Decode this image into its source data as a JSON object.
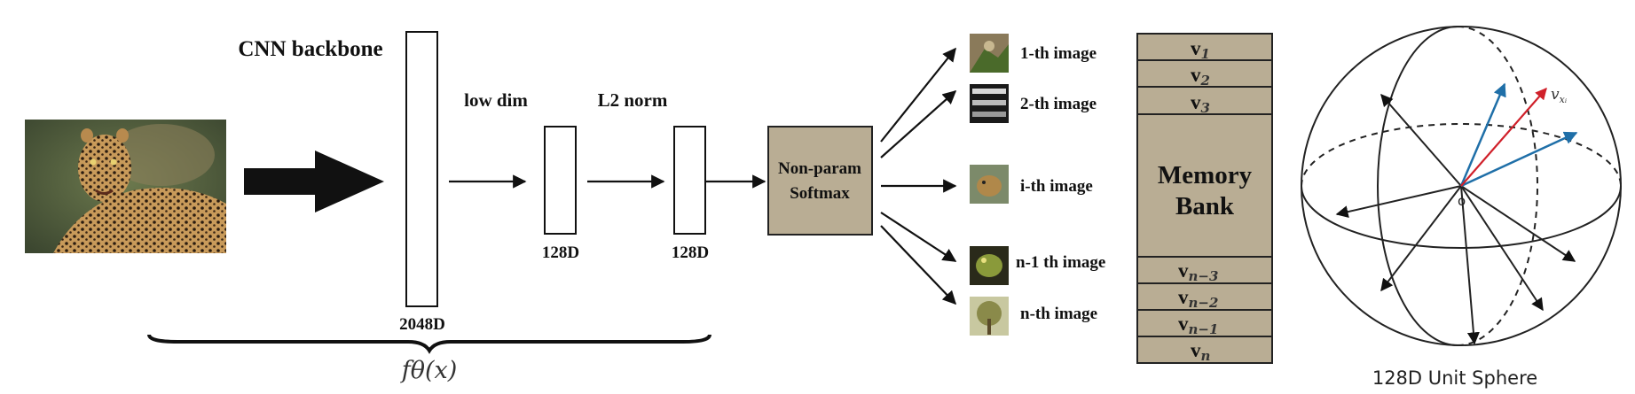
{
  "colors": {
    "tan_fill": "#b9ad94",
    "blue_vector": "#1f6fa8",
    "red_vector": "#d0202a"
  },
  "icons": {
    "input_photo": "leopard-photo",
    "thumbnails": [
      "rock-photo-thumbnail",
      "pattern-photo-thumbnail",
      "animal-photo-thumbnail",
      "frog-photo-thumbnail",
      "tree-photo-thumbnail"
    ]
  },
  "labels": {
    "cnn_backbone": "CNN backbone",
    "dim_2048": "2048D",
    "low_dim": "low dim",
    "l2_norm": "L2 norm",
    "dim_128_a": "128D",
    "dim_128_b": "128D",
    "softmax_line1": "Non-param",
    "softmax_line2": "Softmax",
    "f_theta": "fθ(x)",
    "memory_bank_line1": "Memory",
    "memory_bank_line2": "Bank",
    "sphere_caption": "128D Unit Sphere",
    "origin": "o",
    "vx_v": "v",
    "vx_sub": "xᵢ"
  },
  "images": [
    {
      "label": "1-th image"
    },
    {
      "label": "2-th image"
    },
    {
      "label": "i-th image"
    },
    {
      "label": "n-1 th image"
    },
    {
      "label": "n-th image"
    }
  ],
  "memory_cells": [
    {
      "base": "v",
      "sub": "1"
    },
    {
      "base": "v",
      "sub": "2"
    },
    {
      "base": "v",
      "sub": "3"
    },
    {
      "base": "v",
      "sub": "n−3"
    },
    {
      "base": "v",
      "sub": "n−2"
    },
    {
      "base": "v",
      "sub": "n−1"
    },
    {
      "base": "v",
      "sub": "n"
    }
  ]
}
